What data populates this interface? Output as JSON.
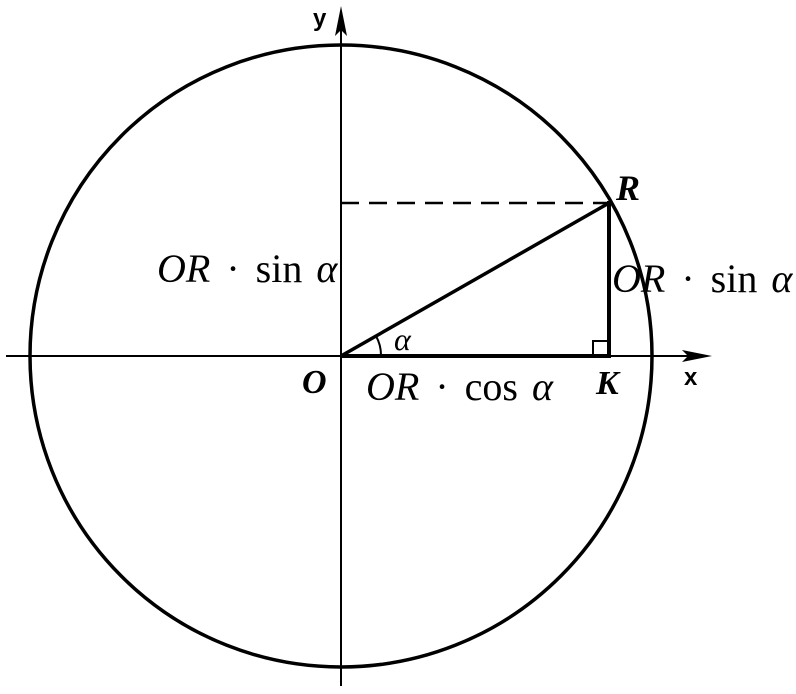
{
  "axes": {
    "x_label": "x",
    "y_label": "y"
  },
  "points": {
    "origin": "O",
    "r": "R",
    "k": "K"
  },
  "angle": {
    "symbol": "α"
  },
  "labels": {
    "left_sin": {
      "prefix": "OR",
      "dot": "·",
      "func": "sin",
      "var": "α"
    },
    "right_sin": {
      "prefix": "OR",
      "dot": "·",
      "func": "sin",
      "var": "α"
    },
    "bottom_cos": {
      "prefix": "OR",
      "dot": "·",
      "func": "cos",
      "var": "α"
    }
  }
}
